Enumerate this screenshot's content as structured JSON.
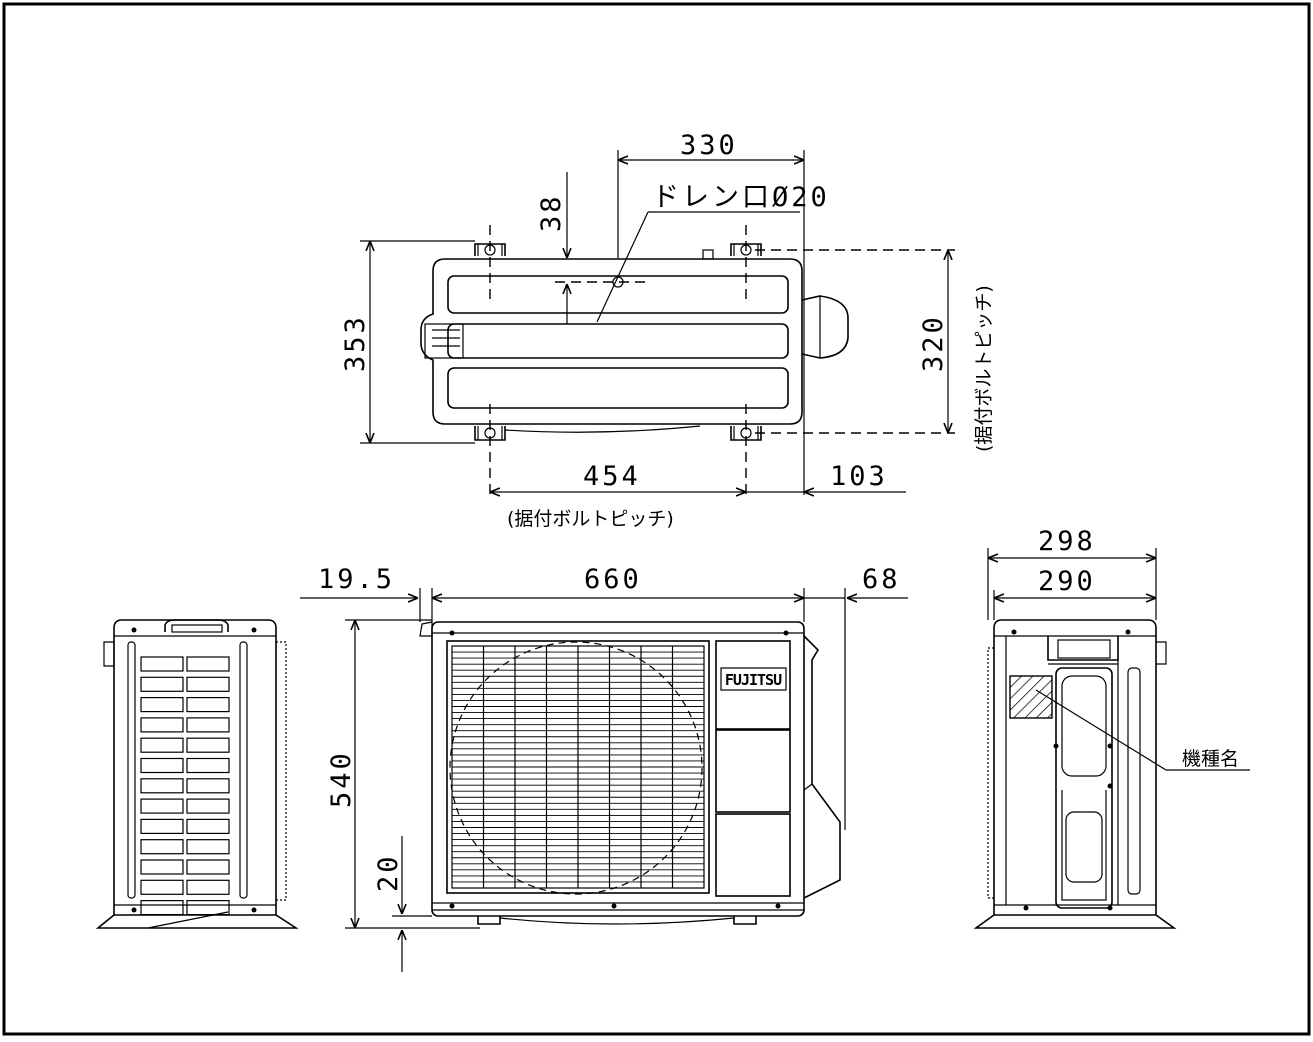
{
  "dimensions": {
    "top_view": {
      "d330": "330",
      "d38": "38",
      "drain": "ドレン口Ø20",
      "d353": "353",
      "d320": "320",
      "bolt_pitch_v": "(据付ボルトピッチ)",
      "d454": "454",
      "d103": "103",
      "bolt_pitch_h": "(据付ボルトピッチ)"
    },
    "front_view": {
      "d19_5": "19.5",
      "d660": "660",
      "d68": "68",
      "d540": "540",
      "d20": "20",
      "brand": "FUJITSU"
    },
    "side_view": {
      "d298": "298",
      "d290": "290",
      "model_name": "機種名"
    }
  }
}
